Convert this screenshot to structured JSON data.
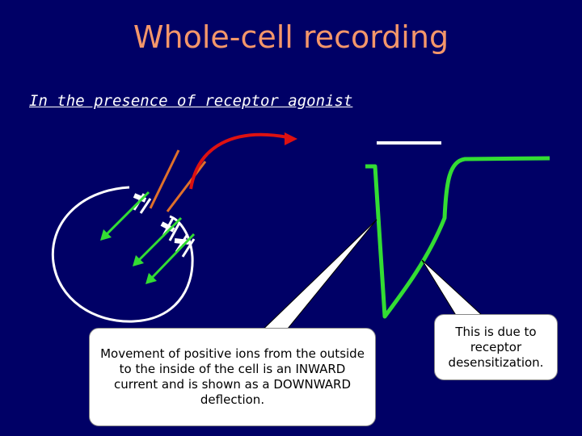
{
  "title": "Whole-cell recording",
  "subtitle": "In the presence of receptor agonist",
  "callouts": {
    "inward_current": "Movement of positive ions from the outside to the inside of the cell is an INWARD current and is shown as a DOWNWARD deflection.",
    "desensitization": "This is due to receptor desensitization."
  },
  "colors": {
    "background": "#000066",
    "title": "#f4966a",
    "trace": "#33dd33",
    "agonist_arrow": "#dd1111",
    "pipette": "#e0702a",
    "cell": "#ffffff"
  }
}
